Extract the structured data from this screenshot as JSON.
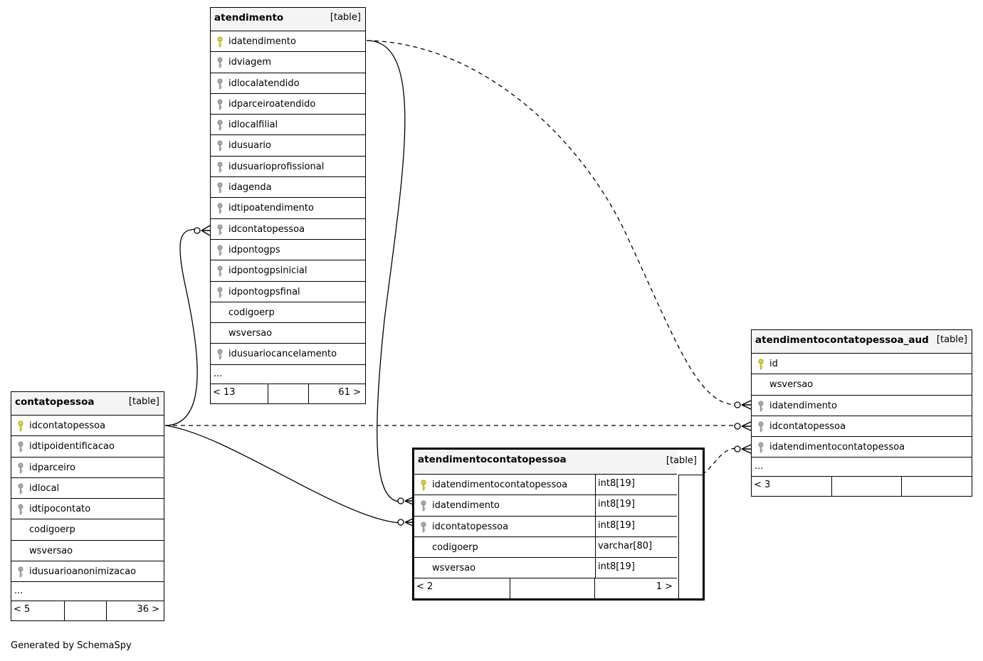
{
  "tables": {
    "atendimento": {
      "name": "atendimento",
      "kind": "[table]",
      "columns": [
        {
          "name": "idatendimento",
          "key": "primary"
        },
        {
          "name": "idviagem",
          "key": "foreign"
        },
        {
          "name": "idlocalatendido",
          "key": "foreign"
        },
        {
          "name": "idparceiroatendido",
          "key": "foreign"
        },
        {
          "name": "idlocalfilial",
          "key": "foreign"
        },
        {
          "name": "idusuario",
          "key": "foreign"
        },
        {
          "name": "idusuarioprofissional",
          "key": "foreign"
        },
        {
          "name": "idagenda",
          "key": "foreign"
        },
        {
          "name": "idtipoatendimento",
          "key": "foreign"
        },
        {
          "name": "idcontatopessoa",
          "key": "foreign"
        },
        {
          "name": "idpontogps",
          "key": "foreign"
        },
        {
          "name": "idpontogpsinicial",
          "key": "foreign"
        },
        {
          "name": "idpontogpsfinal",
          "key": "foreign"
        },
        {
          "name": "codigoerp",
          "key": "none"
        },
        {
          "name": "wsversao",
          "key": "none"
        },
        {
          "name": "idusuariocancelamento",
          "key": "foreign"
        }
      ],
      "more": "...",
      "footer": {
        "left": "< 13",
        "right": "61 >"
      }
    },
    "contatopessoa": {
      "name": "contatopessoa",
      "kind": "[table]",
      "columns": [
        {
          "name": "idcontatopessoa",
          "key": "primary"
        },
        {
          "name": "idtipoidentificacao",
          "key": "foreign"
        },
        {
          "name": "idparceiro",
          "key": "foreign"
        },
        {
          "name": "idlocal",
          "key": "foreign"
        },
        {
          "name": "idtipocontato",
          "key": "foreign"
        },
        {
          "name": "codigoerp",
          "key": "none"
        },
        {
          "name": "wsversao",
          "key": "none"
        },
        {
          "name": "idusuarioanonimizacao",
          "key": "foreign"
        }
      ],
      "more": "...",
      "footer": {
        "left": "< 5",
        "right": "36 >"
      }
    },
    "atendimentocontatopessoa": {
      "name": "atendimentocontatopessoa",
      "kind": "[table]",
      "columns": [
        {
          "name": "idatendimentocontatopessoa",
          "key": "primary",
          "type": "int8[19]"
        },
        {
          "name": "idatendimento",
          "key": "foreign",
          "type": "int8[19]"
        },
        {
          "name": "idcontatopessoa",
          "key": "foreign",
          "type": "int8[19]"
        },
        {
          "name": "codigoerp",
          "key": "none",
          "type": "varchar[80]"
        },
        {
          "name": "wsversao",
          "key": "none",
          "type": "int8[19]"
        }
      ],
      "footer": {
        "left": "< 2",
        "right": "1 >"
      }
    },
    "atendimentocontatopessoa_aud": {
      "name": "atendimentocontatopessoa_aud",
      "kind": "[table]",
      "columns": [
        {
          "name": "id",
          "key": "primary"
        },
        {
          "name": "wsversao",
          "key": "none"
        },
        {
          "name": "idatendimento",
          "key": "foreign"
        },
        {
          "name": "idcontatopessoa",
          "key": "foreign"
        },
        {
          "name": "idatendimentocontatopessoa",
          "key": "foreign"
        }
      ],
      "more": "...",
      "footer": {
        "left": "< 3",
        "right": ""
      }
    }
  },
  "colors": {
    "primary_key": "#e8d800",
    "foreign_key": "#a8a8a8",
    "header_bg": "#f4f4f4"
  },
  "generated_by": "Generated by SchemaSpy"
}
